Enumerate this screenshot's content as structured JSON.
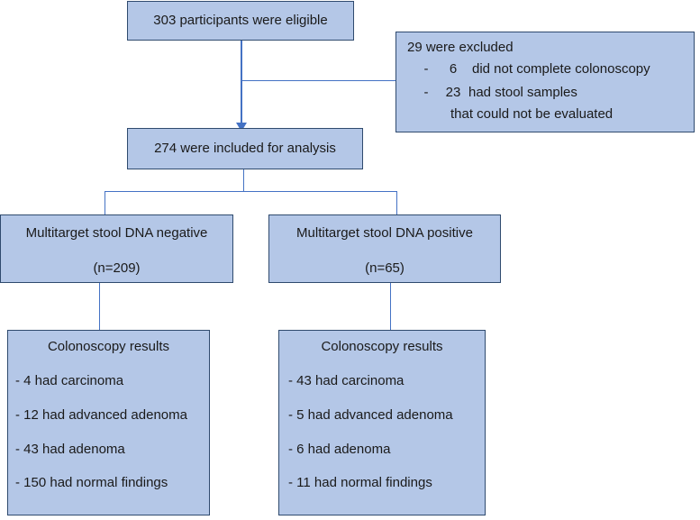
{
  "eligible": "303 participants were eligible",
  "excluded": {
    "title": "29 were excluded",
    "items": [
      {
        "n": "6",
        "text": "did not complete colonoscopy"
      },
      {
        "n": "23",
        "text": "had stool samples"
      }
    ],
    "continuation": "that could not be evaluated"
  },
  "included": "274 were included for analysis",
  "negative": {
    "label": "Multitarget stool DNA negative",
    "n": "(n=209)"
  },
  "positive": {
    "label": "Multitarget stool DNA positive",
    "n": "(n=65)"
  },
  "results_negative": {
    "title": "Colonoscopy results",
    "items": [
      "- 4 had carcinoma",
      "- 12 had advanced adenoma",
      "- 43 had adenoma",
      "- 150 had normal findings"
    ]
  },
  "results_positive": {
    "title": "Colonoscopy results",
    "items": [
      "- 43 had carcinoma",
      "- 5 had advanced adenoma",
      "- 6 had adenoma",
      "- 11 had normal findings"
    ]
  }
}
